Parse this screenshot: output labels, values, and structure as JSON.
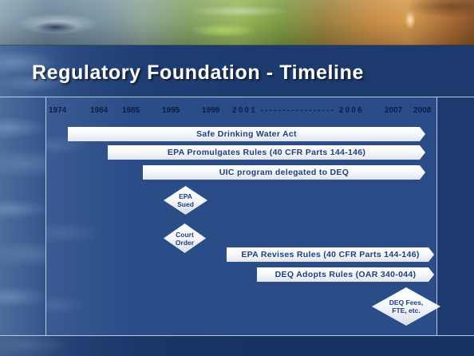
{
  "slide": {
    "title": "Regulatory Foundation - Timeline"
  },
  "timeline": {
    "years": [
      "1974",
      "1984",
      "1985",
      "1995",
      "1999",
      "2001 ----------------- 2006",
      "2007",
      "2008"
    ],
    "bars": [
      {
        "label": "Safe Drinking Water Act"
      },
      {
        "label": "EPA Promulgates Rules (40 CFR Parts 144-146)"
      },
      {
        "label": "UIC program delegated to DEQ"
      },
      {
        "label": "EPA Revises Rules (40 CFR Parts 144-146)"
      },
      {
        "label": "DEQ Adopts Rules (OAR 340-044)"
      }
    ],
    "milestones": [
      {
        "lines": [
          "EPA",
          "Sued"
        ]
      },
      {
        "lines": [
          "Court",
          "Order"
        ]
      },
      {
        "lines": [
          "DEQ Fees,",
          "FTE, etc."
        ]
      }
    ]
  },
  "colors": {
    "slide_background": "#1c3a6d",
    "panel_fill": "#2a4d88",
    "rule_line": "#b9c9e2",
    "title_text": "#ffffff",
    "year_text": "#0e1c46",
    "bar_fill": "#f4f6fa",
    "bar_text": "#1d3f82"
  }
}
